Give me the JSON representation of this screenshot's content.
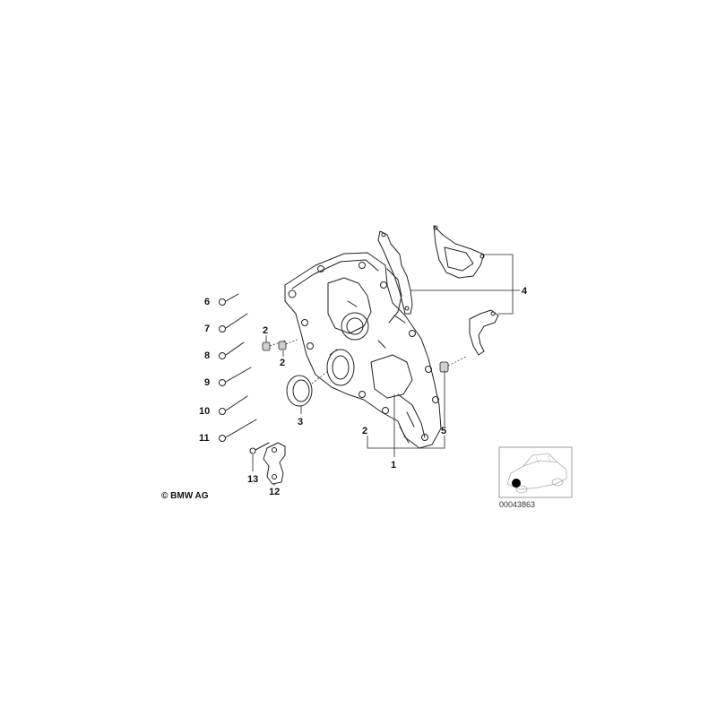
{
  "callouts": {
    "c1": "1",
    "c2a": "2",
    "c2b": "2",
    "c2c": "2",
    "c3": "3",
    "c4": "4",
    "c5": "5",
    "c6": "6",
    "c7": "7",
    "c8": "8",
    "c9": "9",
    "c10": "10",
    "c11": "11",
    "c12": "12",
    "c13": "13"
  },
  "copyright": "© BMW AG",
  "reference_number": "00043863",
  "colors": {
    "line": "#222222",
    "shade": "#cfcfcf",
    "thumb_border": "#999999",
    "marker": "#000000"
  }
}
